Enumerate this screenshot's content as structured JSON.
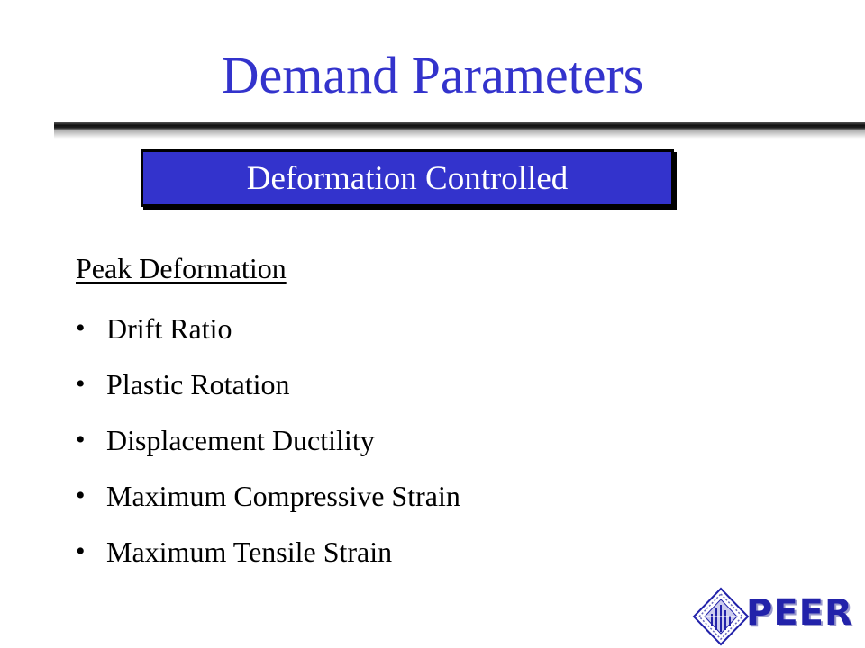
{
  "slide": {
    "title": "Demand Parameters",
    "banner": "Deformation Controlled",
    "subheading": "Peak Deformation",
    "bullets": [
      "Drift Ratio",
      "Plastic Rotation",
      "Displacement Ductility",
      "Maximum Compressive Strain",
      "Maximum Tensile Strain"
    ]
  },
  "logo": {
    "text": "PEER",
    "icon": "peer-diamond-logo-icon",
    "color": "#2222aa"
  },
  "colors": {
    "title": "#3333cc",
    "banner_background": "#3333cc",
    "banner_text": "#ffffff",
    "body_text": "#000000"
  }
}
